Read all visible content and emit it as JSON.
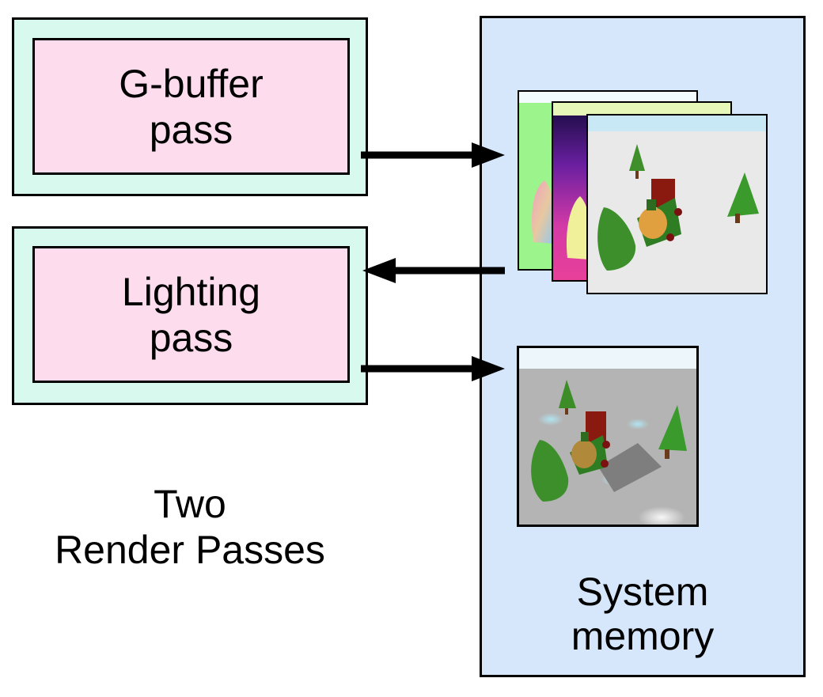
{
  "passes": {
    "gbuffer": {
      "line1": "G-buffer",
      "line2": "pass"
    },
    "lighting": {
      "line1": "Lighting",
      "line2": "pass"
    }
  },
  "caption": {
    "line1": "Two",
    "line2": "Render Passes"
  },
  "memory": {
    "line1": "System",
    "line2": "memory"
  },
  "colors": {
    "pass_outer_fill": "#d8f9ee",
    "pass_inner_fill": "#fddcee",
    "memory_fill": "#d6e7fc",
    "arrow": "#000000"
  },
  "icons": {
    "gbuffer_images": [
      "normal-buffer-image",
      "depth-buffer-image",
      "albedo-buffer-image"
    ],
    "final_image": "lit-scene-image"
  }
}
